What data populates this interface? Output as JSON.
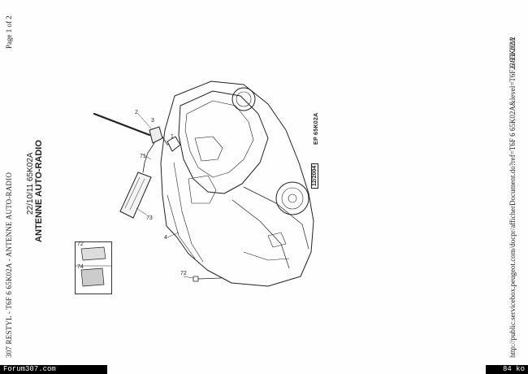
{
  "document": {
    "header_left": "307 RESTYL - T6F 6 65K02A - ANTENNE AUTO-RADIO",
    "page_number": "Page 1 of 2",
    "code_line": "22/10/11 65K02A",
    "title": "ANTENNE AUTO-RADIO",
    "url": "http://public.servicebox.peugeot.com/docpr/afficherDocument.do?ref=T6F 6 65K02A&level=T6F 6 65K02A",
    "date": "23/11/2012"
  },
  "figure": {
    "ref_code": "EP 65K02A",
    "ref_date": "12/2004",
    "callouts": [
      "1",
      "2",
      "3",
      "4",
      "71",
      "72",
      "73",
      "74"
    ]
  },
  "footer": {
    "left_text": "Forum307.com",
    "right_text": "84 ko"
  }
}
